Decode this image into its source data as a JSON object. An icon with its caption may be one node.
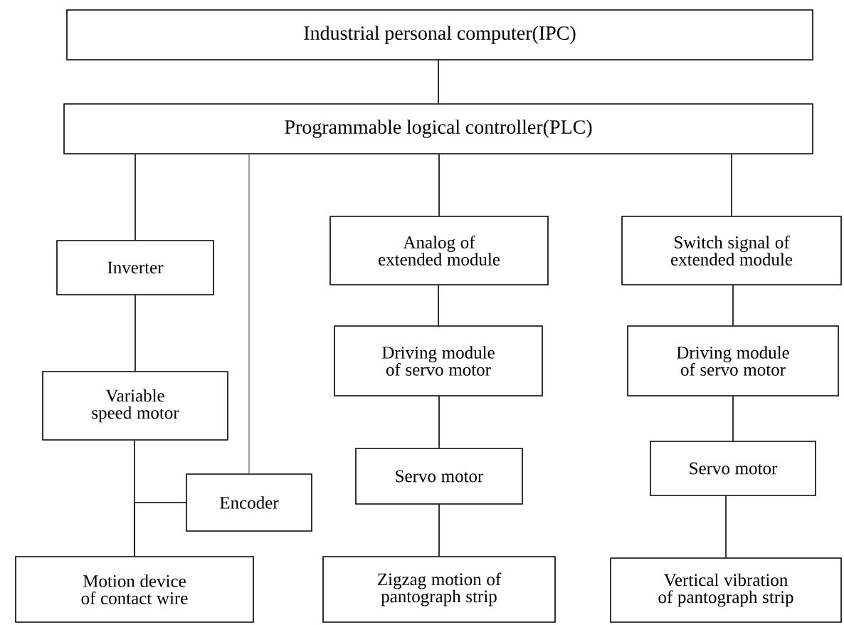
{
  "diagram": {
    "nodes": [
      {
        "text": [
          "Industrial personal computer(IPC)"
        ]
      },
      {
        "text": [
          "Programmable logical controller(PLC)"
        ]
      },
      {
        "text": [
          "Inverter"
        ]
      },
      {
        "text": [
          "Analog of extended module"
        ]
      },
      {
        "text": [
          "Switch signal of extended module"
        ]
      },
      {
        "text": [
          "Variable speed motor"
        ]
      },
      {
        "text": [
          "Driving module of servo motor"
        ]
      },
      {
        "text": [
          "Driving module of servo motor"
        ]
      },
      {
        "text": [
          "Encoder"
        ]
      },
      {
        "text": [
          "Servo motor"
        ]
      },
      {
        "text": [
          "Servo motor"
        ]
      },
      {
        "text": [
          "Motion device of contact wire"
        ]
      },
      {
        "text": [
          "Zigzag motion of pantograph strip"
        ]
      },
      {
        "text": [
          "Vertical vibration of pantograph strip"
        ]
      }
    ],
    "edges": [
      {
        "from": 0,
        "to": 1,
        "arrow": "none"
      },
      {
        "from": 1,
        "to": 2,
        "arrow": "none"
      },
      {
        "from": 1,
        "to": 8,
        "arrow": "none",
        "color": "#888888"
      },
      {
        "from": 1,
        "to": 3,
        "arrow": "none"
      },
      {
        "from": 1,
        "to": 4,
        "arrow": "none"
      },
      {
        "from": 2,
        "to": 5,
        "arrow": "none"
      },
      {
        "from": 5,
        "to": 11,
        "arrow": "none"
      },
      {
        "from": 8,
        "to": 11,
        "arrow": "none"
      },
      {
        "from": 3,
        "to": 6,
        "arrow": "none"
      },
      {
        "from": 6,
        "to": 9,
        "arrow": "none"
      },
      {
        "from": 9,
        "to": 12,
        "arrow": "none"
      },
      {
        "from": 4,
        "to": 7,
        "arrow": "none"
      },
      {
        "from": 7,
        "to": 10,
        "arrow": "none"
      },
      {
        "from": 10,
        "to": 13,
        "arrow": "none"
      }
    ]
  }
}
